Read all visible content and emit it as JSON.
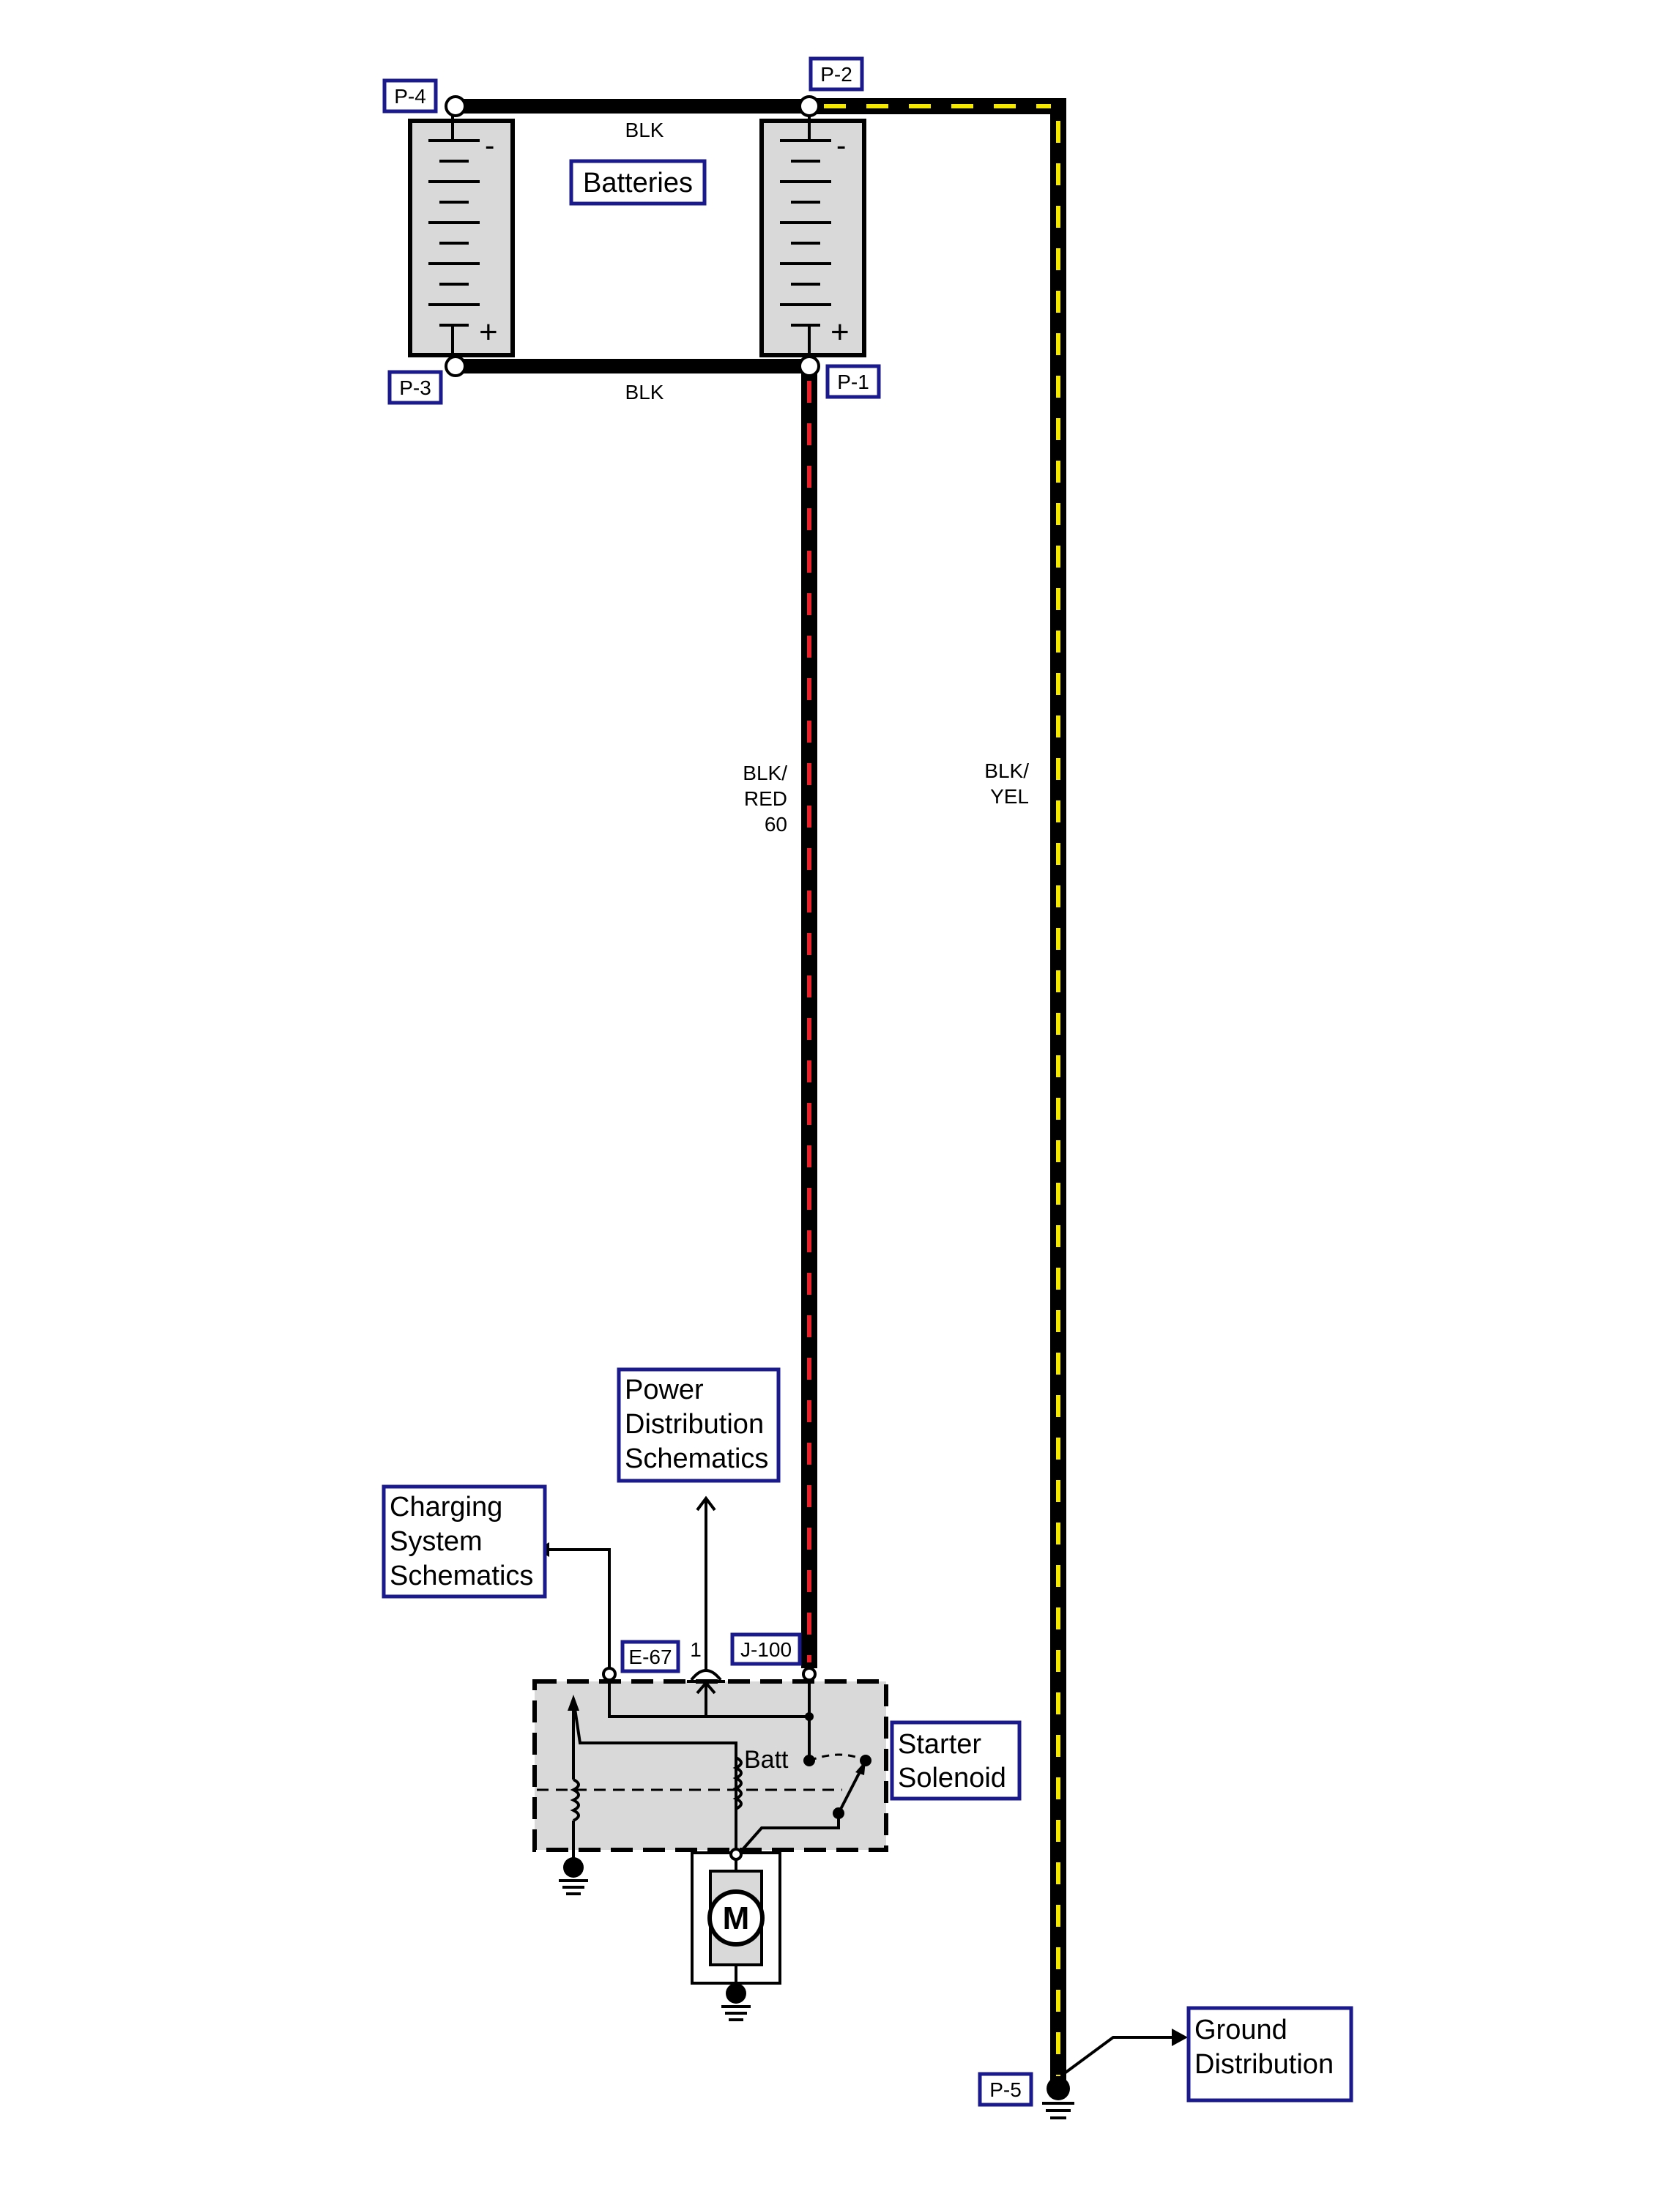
{
  "title_box": "Batteries",
  "wire_labels": {
    "top_blk": "BLK",
    "bottom_blk": "BLK",
    "blk_red_l1": "BLK/",
    "blk_red_l2": "RED",
    "blk_red_l3": "60",
    "blk_yel_l1": "BLK/",
    "blk_yel_l2": "YEL"
  },
  "points": {
    "p4": "P-4",
    "p2": "P-2",
    "p3": "P-3",
    "p1": "P-1",
    "p5": "P-5",
    "e67": "E-67",
    "j100": "J-100",
    "pin1": "1"
  },
  "battery_marks": {
    "minus": "-",
    "plus": "+"
  },
  "boxes": {
    "power_l1": "Power",
    "power_l2": "Distribution",
    "power_l3": "Schematics",
    "charging_l1": "Charging",
    "charging_l2": "System",
    "charging_l3": "Schematics",
    "starter_l1": "Starter",
    "starter_l2": "Solenoid",
    "ground_l1": "Ground",
    "ground_l2": "Distribution"
  },
  "solenoid": {
    "batt_label": "Batt",
    "motor_label": "M"
  },
  "colors": {
    "wire": "#000000",
    "red_stripe": "#e8202a",
    "yellow_stripe": "#f4e800",
    "box_border": "#1a1a8c",
    "component_fill": "#d9d9d9"
  }
}
